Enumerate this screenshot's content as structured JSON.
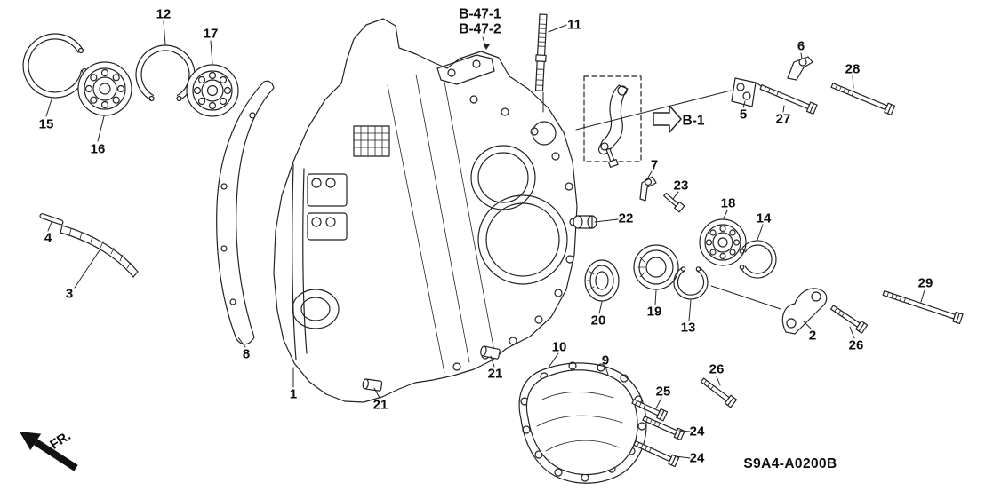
{
  "diagram": {
    "code": "S9A4-A0200B",
    "fr_label": "FR.",
    "refs": {
      "b47_1": "B-47-1",
      "b47_2": "B-47-2",
      "b1": "B-1"
    },
    "line_color": "#222222",
    "background": "#ffffff"
  },
  "callouts": [
    {
      "part": "12"
    },
    {
      "part": "17"
    },
    {
      "part": "15"
    },
    {
      "part": "16"
    },
    {
      "part": "11"
    },
    {
      "part": "6"
    },
    {
      "part": "28"
    },
    {
      "part": "5"
    },
    {
      "part": "27"
    },
    {
      "part": "7"
    },
    {
      "part": "23"
    },
    {
      "part": "18"
    },
    {
      "part": "14"
    },
    {
      "part": "22"
    },
    {
      "part": "4"
    },
    {
      "part": "3"
    },
    {
      "part": "20"
    },
    {
      "part": "19"
    },
    {
      "part": "13"
    },
    {
      "part": "2"
    },
    {
      "part": "26"
    },
    {
      "part": "29"
    },
    {
      "part": "8"
    },
    {
      "part": "1"
    },
    {
      "part": "21"
    },
    {
      "part": "21"
    },
    {
      "part": "10"
    },
    {
      "part": "9"
    },
    {
      "part": "25"
    },
    {
      "part": "26"
    },
    {
      "part": "24"
    },
    {
      "part": "24"
    }
  ]
}
